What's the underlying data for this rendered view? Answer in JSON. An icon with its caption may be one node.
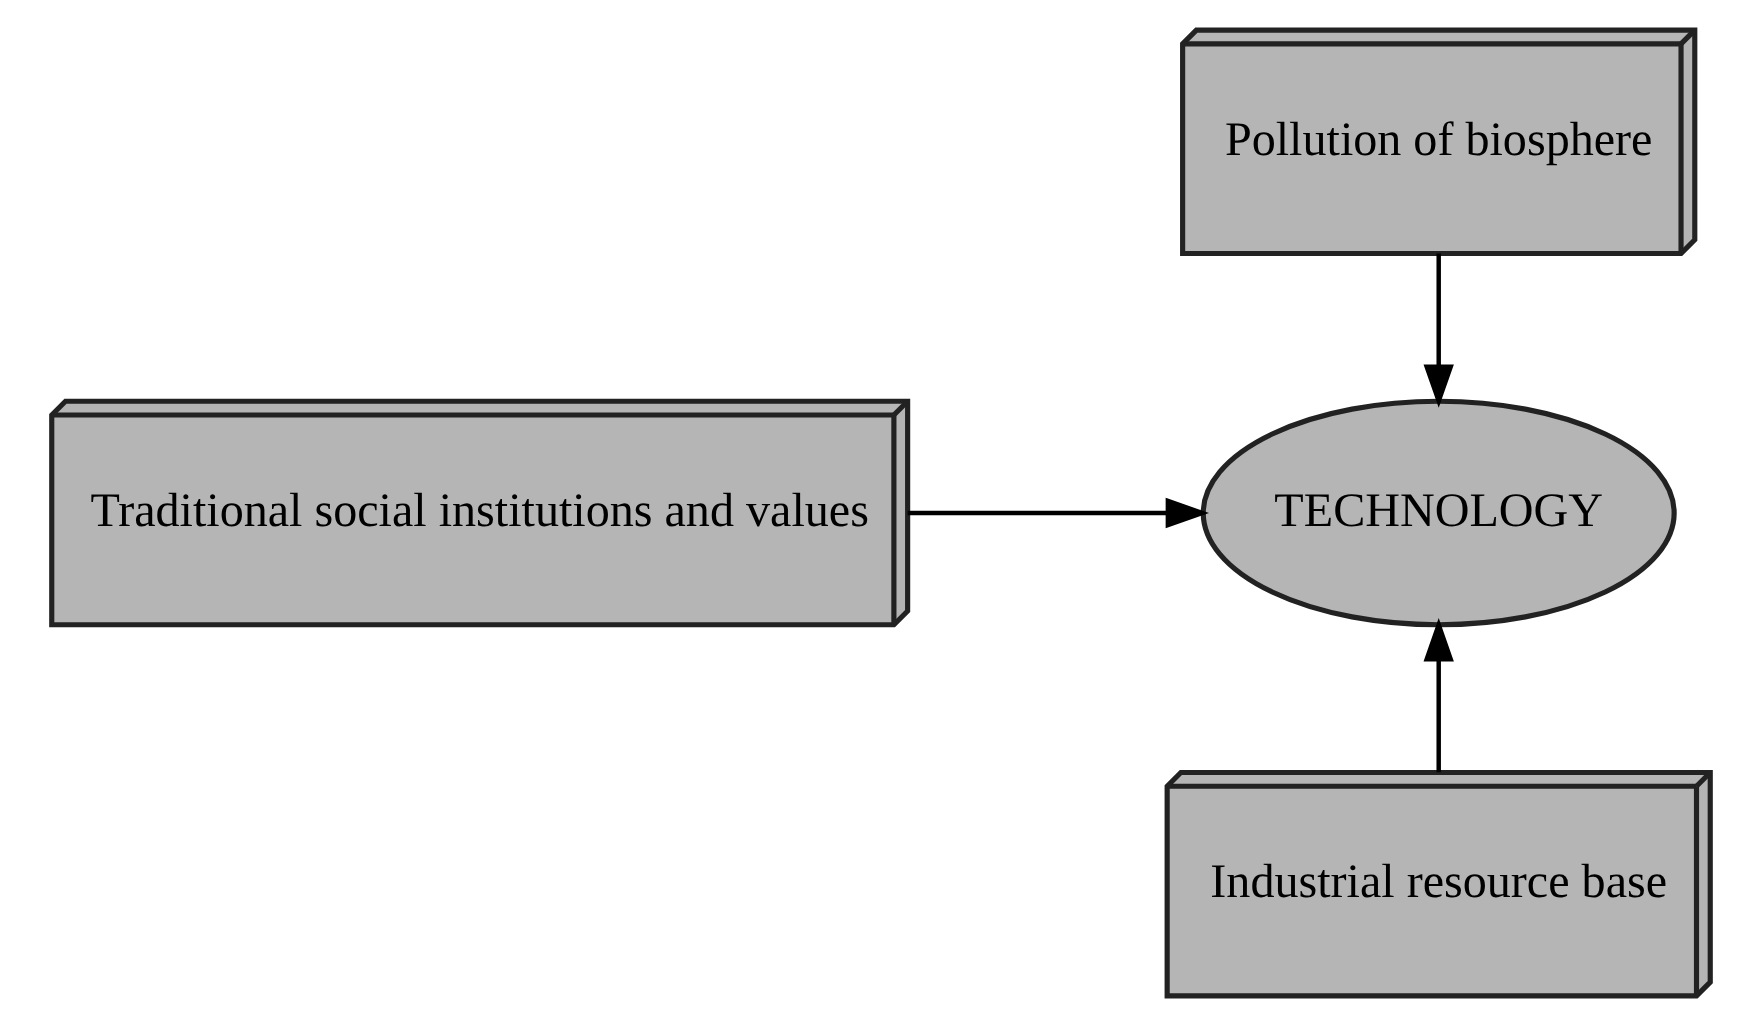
{
  "diagram": {
    "nodes": [
      {
        "text": [
          "Pollution of biosphere"
        ]
      },
      {
        "text": [
          "TECHNOLOGY"
        ]
      },
      {
        "text": [
          "Traditional social institutions and values"
        ]
      },
      {
        "text": [
          "Industrial resource base"
        ]
      }
    ],
    "edges": [
      {
        "from": 0,
        "to": 1,
        "arrow": "to"
      },
      {
        "from": 2,
        "to": 1,
        "arrow": "to"
      },
      {
        "from": 3,
        "to": 1,
        "arrow": "to"
      }
    ]
  }
}
